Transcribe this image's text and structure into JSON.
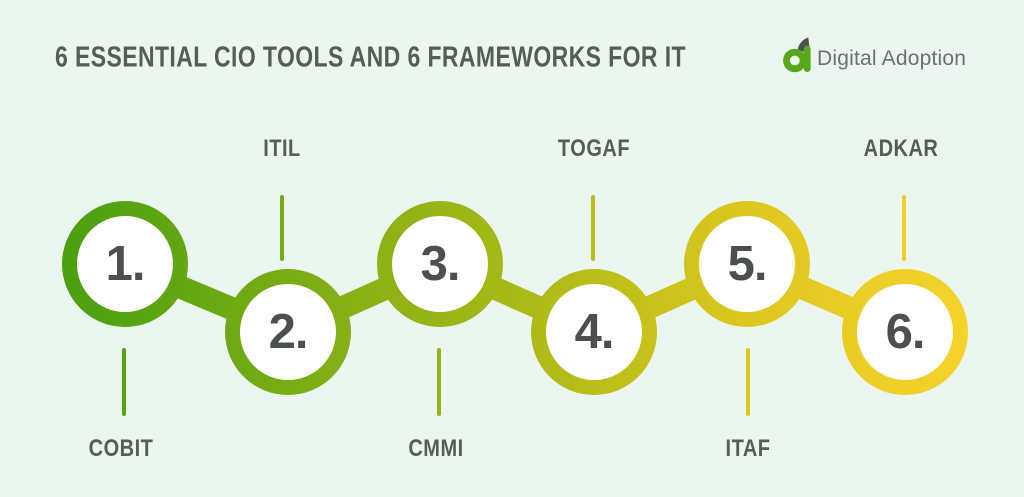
{
  "title": "6 ESSENTIAL CIO TOOLS AND 6 FRAMEWORKS FOR IT",
  "logo": {
    "text": "Digital Adoption",
    "icon": "digital-adoption-a-icon",
    "icon_green": "#58a81c",
    "icon_dark": "#4d524e",
    "text_color": "#6f6f6f"
  },
  "colors": {
    "background": "#ecf6f0",
    "heading_text": "#565d58",
    "number_text": "#4b504c",
    "circle_inner": "#ffffff",
    "gradient": {
      "start": "#49a011",
      "mid": "#a8b916",
      "late": "#dcc71f",
      "end": "#f6d32b"
    }
  },
  "chain": {
    "items": [
      {
        "number": "1.",
        "label": "COBIT",
        "label_position": "below"
      },
      {
        "number": "2.",
        "label": "ITIL",
        "label_position": "above"
      },
      {
        "number": "3.",
        "label": "CMMI",
        "label_position": "below"
      },
      {
        "number": "4.",
        "label": "TOGAF",
        "label_position": "above"
      },
      {
        "number": "5.",
        "label": "ITAF",
        "label_position": "below"
      },
      {
        "number": "6.",
        "label": "ADKAR",
        "label_position": "above"
      }
    ]
  }
}
